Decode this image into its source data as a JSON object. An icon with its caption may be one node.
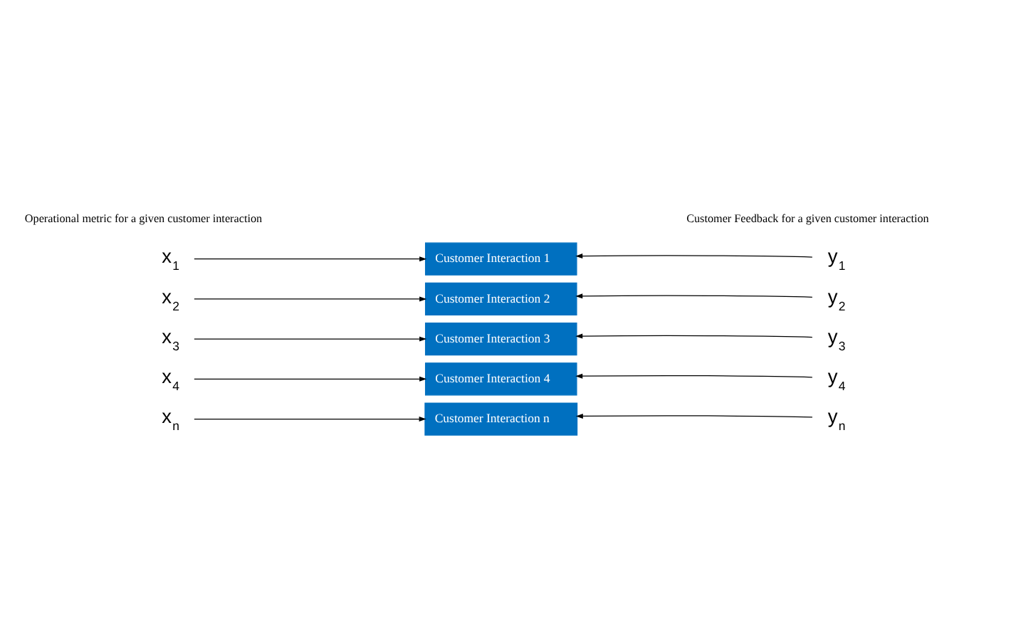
{
  "diagram": {
    "nodes": [
      {
        "text": [
          "x$_{1}$"
        ]
      },
      {
        "text": [
          "Customer Interaction 1"
        ]
      },
      {
        "text": [
          "y$_{1}$"
        ]
      },
      {
        "text": [
          "x$_{2}$"
        ]
      },
      {
        "text": [
          "Customer Interaction 2"
        ]
      },
      {
        "text": [
          "y$_{2}$"
        ]
      },
      {
        "text": [
          "x$_{3}$"
        ]
      },
      {
        "text": [
          "Customer Interaction 3"
        ]
      },
      {
        "text": [
          "y$_{3}$"
        ]
      },
      {
        "text": [
          "x$_{4}$"
        ]
      },
      {
        "text": [
          "Customer Interaction 4"
        ]
      },
      {
        "text": [
          "y$_{4}$"
        ]
      },
      {
        "text": [
          "x$_{n}$"
        ]
      },
      {
        "text": [
          "Customer Interaction n"
        ]
      },
      {
        "text": [
          "y$_{n}$"
        ]
      }
    ],
    "edges": [
      {
        "from": 0,
        "to": 1,
        "arrow": "to"
      },
      {
        "from": 2,
        "to": 1,
        "arrow": "to"
      },
      {
        "from": 3,
        "to": 4,
        "arrow": "to"
      },
      {
        "from": 5,
        "to": 4,
        "arrow": "to"
      },
      {
        "from": 6,
        "to": 7,
        "arrow": "to"
      },
      {
        "from": 8,
        "to": 7,
        "arrow": "to"
      },
      {
        "from": 9,
        "to": 10,
        "arrow": "to"
      },
      {
        "from": 11,
        "to": 10,
        "arrow": "to"
      },
      {
        "from": 12,
        "to": 13,
        "arrow": "to"
      },
      {
        "from": 14,
        "to": 13,
        "arrow": "to"
      }
    ],
    "labels": [
      "Operational metric for a given customer interaction",
      "Customer Feedback for a given customer interaction"
    ]
  }
}
